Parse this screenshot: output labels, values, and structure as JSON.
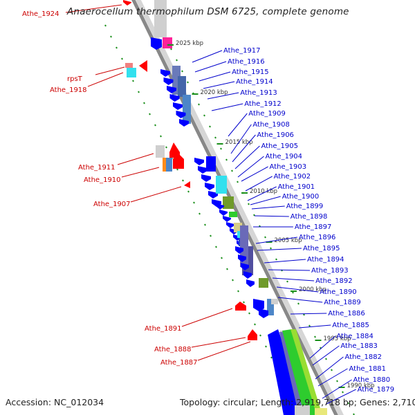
{
  "title": "Anaerocellum thermophilum DSM 6725, complete genome",
  "accession_label": "Accession:",
  "accession": "NC_012034",
  "topology_label": "Topology:",
  "topology": "circular",
  "length_label": "Length:",
  "length": "2,919,718 bp",
  "genes_label": "Genes:",
  "genes": "2,710",
  "colors": {
    "forward_label": "#0000cc",
    "reverse_label": "#cc0000",
    "axis": "#888888",
    "tick": "#1a8f1a",
    "forward_gene": "#0000ff",
    "reverse_gene": "#ff0000"
  },
  "kbp_ticks": [
    "2025 kbp",
    "2020 kbp",
    "2015 kbp",
    "2010 kbp",
    "2005 kbp",
    "2000 kbp",
    "1995 kbp",
    "1990 kbp"
  ],
  "reverse_genes": [
    "Athe_1924",
    "rpsT",
    "Athe_1918",
    "Athe_1911",
    "Athe_1910",
    "Athe_1907",
    "Athe_1891",
    "Athe_1888",
    "Athe_1887"
  ],
  "forward_genes": [
    "Athe_1917",
    "Athe_1916",
    "Athe_1915",
    "Athe_1914",
    "Athe_1913",
    "Athe_1912",
    "Athe_1909",
    "Athe_1908",
    "Athe_1906",
    "Athe_1905",
    "Athe_1904",
    "Athe_1903",
    "Athe_1902",
    "Athe_1901",
    "Athe_1900",
    "Athe_1899",
    "Athe_1898",
    "Athe_1897",
    "Athe_1896",
    "Athe_1895",
    "Athe_1894",
    "Athe_1893",
    "Athe_1892",
    "Athe_1890",
    "Athe_1889",
    "Athe_1886",
    "Athe_1885",
    "Athe_1884",
    "Athe_1883",
    "Athe_1882",
    "Athe_1881",
    "Athe_1880",
    "Athe_1879"
  ]
}
